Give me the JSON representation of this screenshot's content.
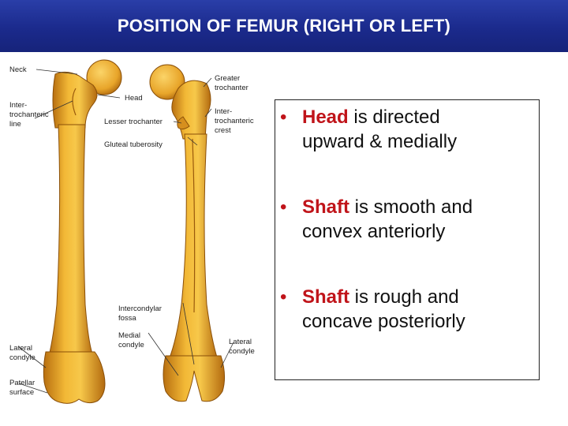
{
  "title": "POSITION OF FEMUR (RIGHT OR LEFT)",
  "figure": {
    "labels": {
      "neck": "Neck",
      "head": "Head",
      "intertrochanteric_line_1": "Inter-",
      "intertrochanteric_line_2": "trochanteric",
      "intertrochanteric_line_3": "line",
      "lesser_trochanter": "Lesser trochanter",
      "gluteal_tuberosity": "Gluteal tuberosity",
      "greater_trochanter_1": "Greater",
      "greater_trochanter_2": "trochanter",
      "intertrochanteric_crest_1": "Inter-",
      "intertrochanteric_crest_2": "trochanteric",
      "intertrochanteric_crest_3": "crest",
      "intercondylar_fossa_1": "Intercondylar",
      "intercondylar_fossa_2": "fossa",
      "medial_condyle_1": "Medial",
      "medial_condyle_2": "condyle",
      "lateral_condyle_left_1": "Lateral",
      "lateral_condyle_left_2": "condyle",
      "lateral_condyle_right_1": "Lateral",
      "lateral_condyle_right_2": "condyle",
      "patellar_surface_1": "Patellar",
      "patellar_surface_2": "surface"
    }
  },
  "bullets": [
    {
      "marker": "•",
      "keyword": "Head",
      "line1_rest": " is directed",
      "line2": "upward & medially"
    },
    {
      "marker": "•",
      "keyword": "Shaft",
      "line1_rest": " is smooth and",
      "line2": "convex anteriorly"
    },
    {
      "marker": "•",
      "keyword": "Shaft",
      "line1_rest": " is rough and",
      "line2": "concave posteriorly"
    }
  ],
  "colors": {
    "title_bar": "#1b2a8c",
    "title_text": "#ffffff",
    "keyword": "#c0141a",
    "bone": "#e8a92a"
  }
}
